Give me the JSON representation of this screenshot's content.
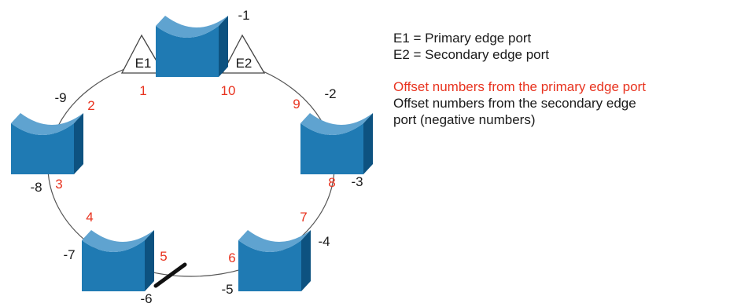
{
  "colors": {
    "switch_front": "#1f7ab3",
    "switch_dark": "#0d5280",
    "switch_top": "#5fa3d0",
    "offset_positive": "#e8331f",
    "offset_negative": "#1a1a1a",
    "ring": "#555555"
  },
  "edge_ports": {
    "e1": "E1",
    "e2": "E2"
  },
  "offsets": {
    "positive": [
      "1",
      "2",
      "3",
      "4",
      "5",
      "6",
      "7",
      "8",
      "9",
      "10"
    ],
    "negative": [
      "-1",
      "-2",
      "-3",
      "-4",
      "-5",
      "-6",
      "-7",
      "-8",
      "-9"
    ]
  },
  "legend": {
    "line1": "E1 = Primary edge port",
    "line2": "E2 = Secondary edge port",
    "red_line": "Offset numbers from the primary edge port",
    "black_line1": "Offset numbers from the secondary edge",
    "black_line2": "port (negative numbers)"
  }
}
